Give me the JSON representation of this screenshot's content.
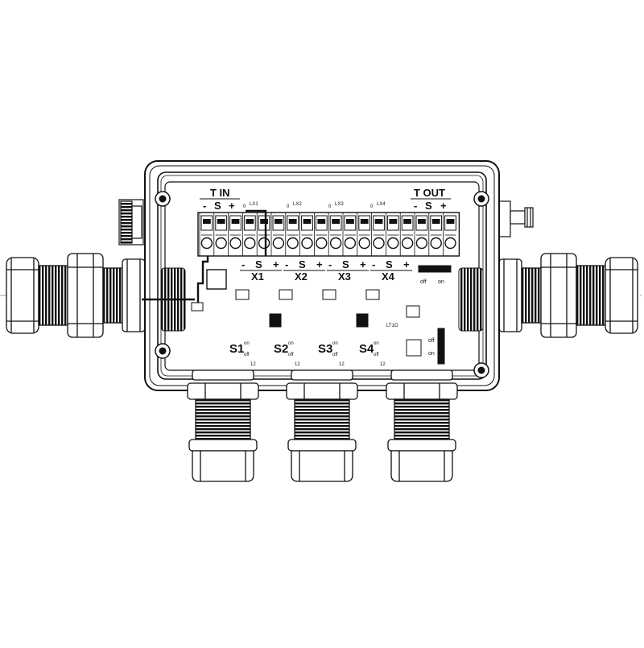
{
  "header_in": {
    "title": "T IN",
    "pins": [
      "-",
      "S",
      "+"
    ]
  },
  "header_out": {
    "title": "T OUT",
    "pins": [
      "-",
      "S",
      "+"
    ]
  },
  "leds": [
    "LX1",
    "LX2",
    "LX3",
    "LX4"
  ],
  "led_zero": "0",
  "channels": [
    {
      "label": "X1",
      "pins": [
        "-",
        "S",
        "+"
      ]
    },
    {
      "label": "X2",
      "pins": [
        "-",
        "S",
        "+"
      ]
    },
    {
      "label": "X3",
      "pins": [
        "-",
        "S",
        "+"
      ]
    },
    {
      "label": "X4",
      "pins": [
        "-",
        "S",
        "+"
      ]
    }
  ],
  "switches": [
    {
      "label": "S1",
      "on": "on",
      "off": "off",
      "nums": "12"
    },
    {
      "label": "S2",
      "on": "on",
      "off": "off",
      "nums": "12"
    },
    {
      "label": "S3",
      "on": "on",
      "off": "off",
      "nums": "12"
    },
    {
      "label": "S4",
      "on": "on",
      "off": "off",
      "nums": "12"
    }
  ],
  "jumper_top": {
    "off": "off",
    "on": "on"
  },
  "jumper_side": {
    "off": "off",
    "on": "on"
  },
  "lt10_label": "LT1O",
  "terminal_count": 18
}
